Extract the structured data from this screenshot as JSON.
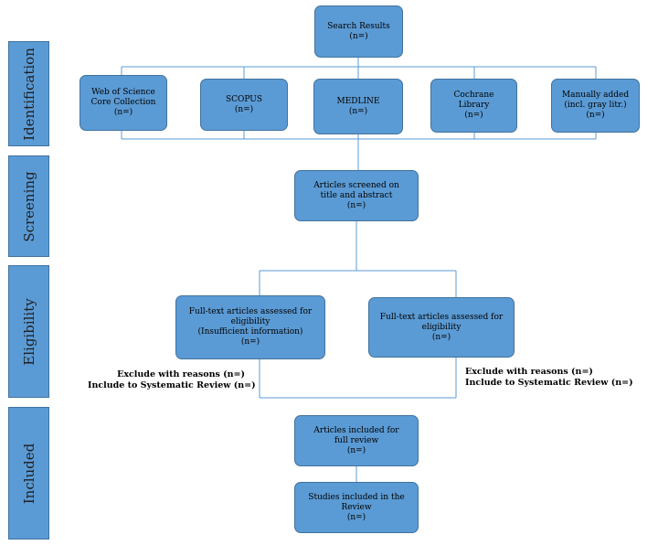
{
  "phases": {
    "identification": "Identification",
    "screening": "Screening",
    "eligibility": "Eligibility",
    "included": "Included"
  },
  "boxes": {
    "search": {
      "l1": "Search Results",
      "l2": "(n=)"
    },
    "wos": {
      "l1": "Web of Science",
      "l2": "Core Collection",
      "l3": "(n=)"
    },
    "scopus": {
      "l1": "SCOPUS",
      "l2": "(n=)"
    },
    "medline": {
      "l1": "MEDLINE",
      "l2": "(n=)"
    },
    "cochrane": {
      "l1": "Cochrane",
      "l2": "Library",
      "l3": "(n=)"
    },
    "manual": {
      "l1": "Manually added",
      "l2": "(incl. gray litr.)",
      "l3": "(n=)"
    },
    "screened": {
      "l1": "Articles screened on",
      "l2": "title and abstract",
      "l3": "(n=)"
    },
    "fulltext_left": {
      "l1": "Full-text articles assessed for",
      "l2": "eligibility",
      "l3": "(Insufficient information)",
      "l4": "(n=)"
    },
    "fulltext_right": {
      "l1": "Full-text articles assessed for",
      "l2": "eligibility",
      "l3": "(n=)"
    },
    "included_full": {
      "l1": "Articles included for",
      "l2": "full review",
      "l3": "(n=)"
    },
    "studies": {
      "l1": "Studies included in the",
      "l2": "Review",
      "l3": "(n=)"
    }
  },
  "notes": {
    "left": {
      "l1": "Exclude with reasons (n=)",
      "l2": "Include to Systematic Review (n=)"
    },
    "right": {
      "l1": "Exclude with reasons (n=)",
      "l2": "Include to Systematic Review (n=)"
    }
  }
}
